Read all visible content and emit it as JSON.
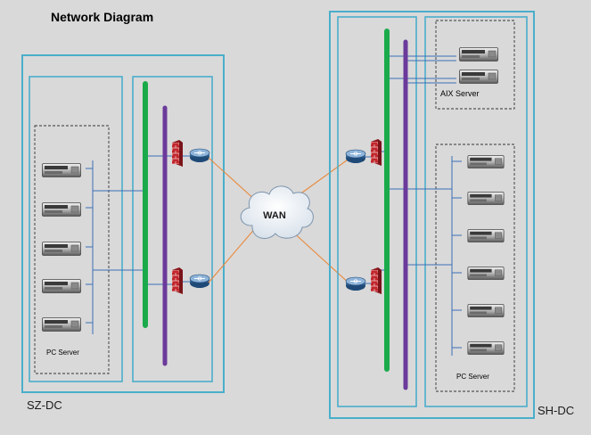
{
  "title": "Network Diagram",
  "wan_label": "WAN",
  "sites": {
    "left": {
      "name": "SZ-DC",
      "server_group_label": "PC Server",
      "server_count": 5
    },
    "right": {
      "name": "SH-DC",
      "aix_group_label": "AIX Server",
      "aix_server_count": 2,
      "server_group_label": "PC Server",
      "server_count": 6
    }
  },
  "colors": {
    "background": "#d9d9d9",
    "container_border": "#4aaecb",
    "green_bus": "#1aaa4b",
    "purple_bus": "#6b3a9a",
    "wan_links": "#e8883a",
    "lan_links": "#3b6fb6",
    "firewall": "#c0262c",
    "router": "#2e5d8e"
  }
}
